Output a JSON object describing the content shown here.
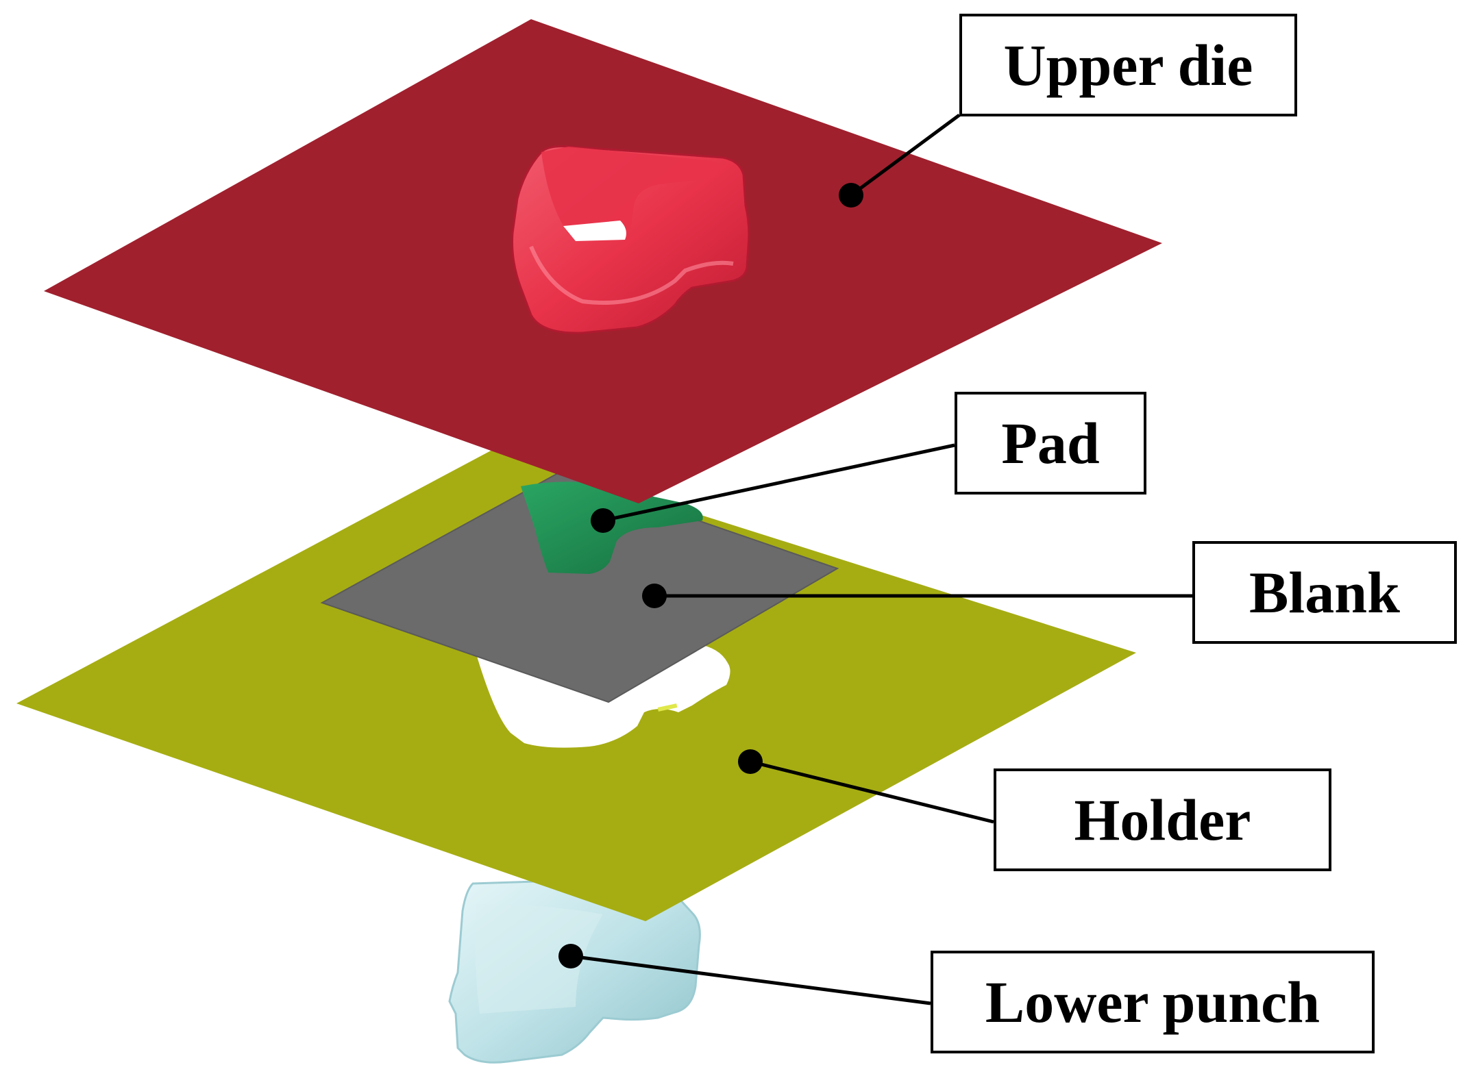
{
  "diagram": {
    "components": [
      {
        "id": "upper-die",
        "label": "Upper die",
        "color": "#a0202e",
        "feature_color": "#e8334a"
      },
      {
        "id": "pad",
        "label": "Pad",
        "color": "#1e8a4e"
      },
      {
        "id": "blank",
        "label": "Blank",
        "color": "#6b6b6b"
      },
      {
        "id": "holder",
        "label": "Holder",
        "color": "#a6ad12"
      },
      {
        "id": "lower-punch",
        "label": "Lower punch",
        "color": "#bfe3e8"
      }
    ],
    "colors": {
      "leader": "#000000",
      "background": "#ffffff"
    }
  }
}
